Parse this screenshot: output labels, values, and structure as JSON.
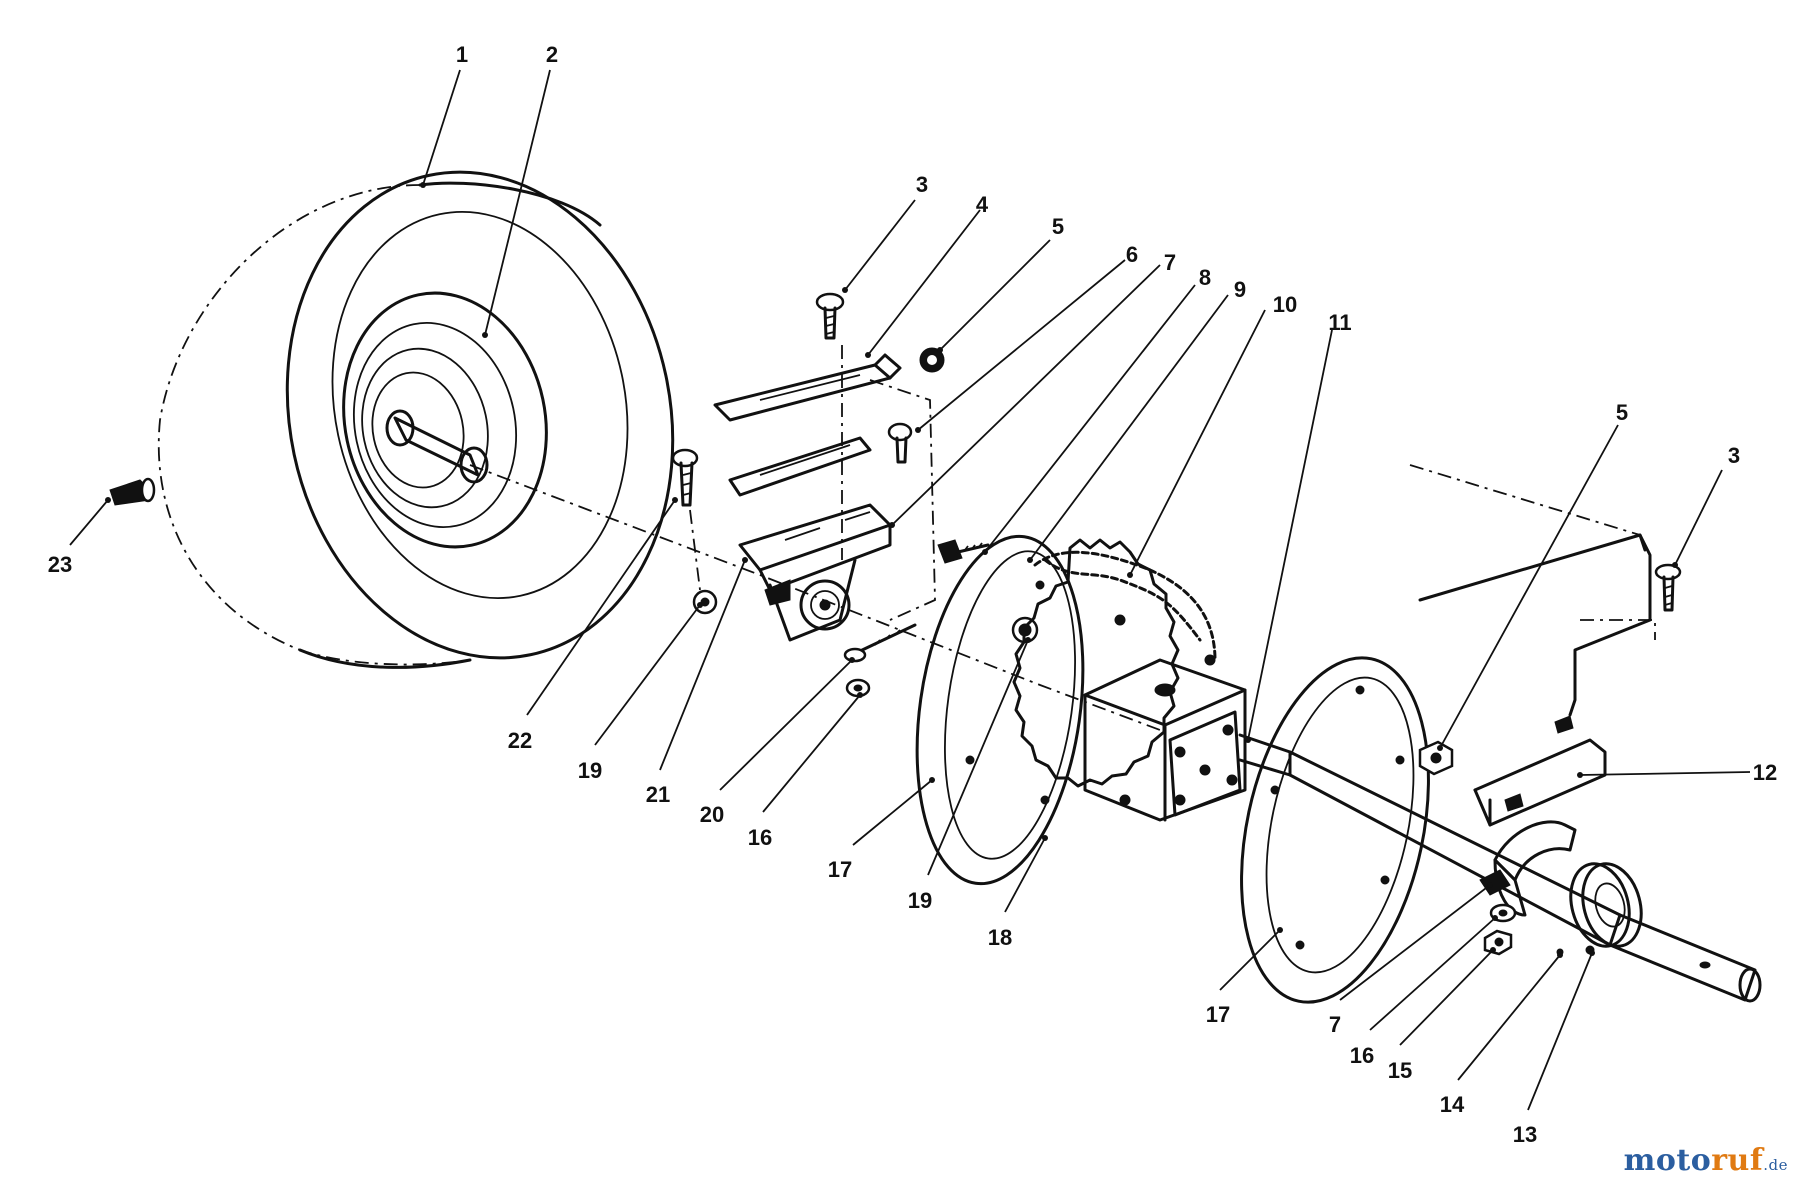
{
  "callouts": [
    {
      "id": "c1",
      "text": "1"
    },
    {
      "id": "c2",
      "text": "2"
    },
    {
      "id": "c3a",
      "text": "3"
    },
    {
      "id": "c4",
      "text": "4"
    },
    {
      "id": "c5a",
      "text": "5"
    },
    {
      "id": "c6",
      "text": "6"
    },
    {
      "id": "c7a",
      "text": "7"
    },
    {
      "id": "c8",
      "text": "8"
    },
    {
      "id": "c9",
      "text": "9"
    },
    {
      "id": "c10",
      "text": "10"
    },
    {
      "id": "c11",
      "text": "11"
    },
    {
      "id": "c5b",
      "text": "5"
    },
    {
      "id": "c3b",
      "text": "3"
    },
    {
      "id": "c12",
      "text": "12"
    },
    {
      "id": "c23",
      "text": "23"
    },
    {
      "id": "c22",
      "text": "22"
    },
    {
      "id": "c19a",
      "text": "19"
    },
    {
      "id": "c21",
      "text": "21"
    },
    {
      "id": "c20",
      "text": "20"
    },
    {
      "id": "c16a",
      "text": "16"
    },
    {
      "id": "c17a",
      "text": "17"
    },
    {
      "id": "c19b",
      "text": "19"
    },
    {
      "id": "c18",
      "text": "18"
    },
    {
      "id": "c17b",
      "text": "17"
    },
    {
      "id": "c7b",
      "text": "7"
    },
    {
      "id": "c16b",
      "text": "16"
    },
    {
      "id": "c15",
      "text": "15"
    },
    {
      "id": "c14",
      "text": "14"
    },
    {
      "id": "c13",
      "text": "13"
    }
  ],
  "watermark": {
    "main": "moto",
    "accent": "ruf",
    "suffix": ".de"
  }
}
